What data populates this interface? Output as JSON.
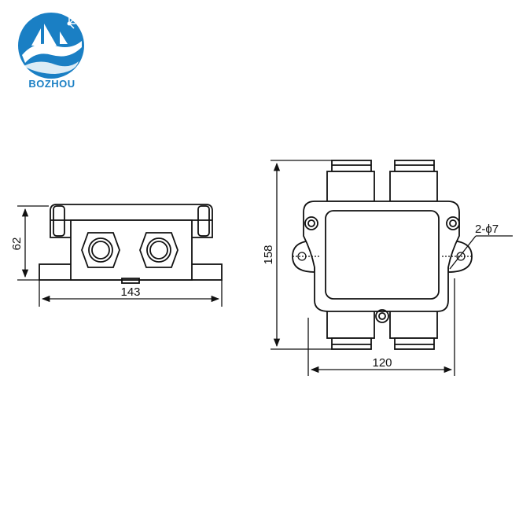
{
  "brand": {
    "name": "BOZHOU",
    "color": "#1a7fc4",
    "logo_icon": "sailboat-wave-logo"
  },
  "side_view": {
    "height_label": "62",
    "width_label": "143"
  },
  "top_view": {
    "height_label": "158",
    "width_label": "120",
    "hole_label": "2-ϕ7"
  }
}
